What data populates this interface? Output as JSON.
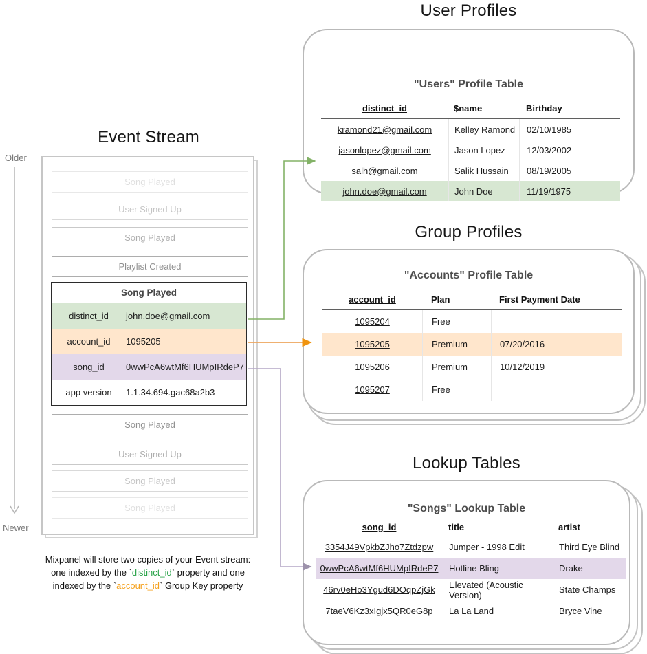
{
  "titles": {
    "event_stream": "Event Stream",
    "user_profiles": "User Profiles",
    "group_profiles": "Group Profiles",
    "lookup_tables": "Lookup Tables"
  },
  "timeline": {
    "older": "Older",
    "newer": "Newer"
  },
  "event_stream": {
    "events_before": [
      "Song Played",
      "User Signed Up",
      "Song Played",
      "Playlist Created"
    ],
    "focused_event": {
      "title": "Song Played",
      "properties": [
        {
          "key": "distinct_id",
          "value": "john.doe@gmail.com",
          "highlight": "green"
        },
        {
          "key": "account_id",
          "value": "1095205",
          "highlight": "orange"
        },
        {
          "key": "song_id",
          "value": "0wwPcA6wtMf6HUMpIRdeP7",
          "highlight": "purple"
        },
        {
          "key": "app version",
          "value": "1.1.34.694.gac68a2b3",
          "highlight": "none"
        }
      ]
    },
    "events_after": [
      "Song Played",
      "User Signed Up",
      "Song Played",
      "Song Played"
    ]
  },
  "users_table": {
    "title": "\"Users\" Profile Table",
    "columns": [
      "distinct_id",
      "$name",
      "Birthday"
    ],
    "rows": [
      [
        "kramond21@gmail.com",
        "Kelley Ramond",
        "02/10/1985"
      ],
      [
        "jasonlopez@gmail.com",
        "Jason Lopez",
        "12/03/2002"
      ],
      [
        "salh@gmail.com",
        "Salik Hussain",
        "08/19/2005"
      ],
      [
        "john.doe@gmail.com",
        "John Doe",
        "11/19/1975"
      ]
    ],
    "highlighted_row_index": 3
  },
  "accounts_table": {
    "title": "\"Accounts\" Profile Table",
    "columns": [
      "account_id",
      "Plan",
      "First Payment Date"
    ],
    "rows": [
      [
        "1095204",
        "Free",
        ""
      ],
      [
        "1095205",
        "Premium",
        "07/20/2016"
      ],
      [
        "1095206",
        "Premium",
        "10/12/2019"
      ],
      [
        "1095207",
        "Free",
        ""
      ]
    ],
    "highlighted_row_index": 1
  },
  "songs_table": {
    "title": "\"Songs\" Lookup Table",
    "columns": [
      "song_id",
      "title",
      "artist"
    ],
    "rows": [
      [
        "3354J49VpkbZJho7Ztdzpw",
        "Jumper - 1998 Edit",
        "Third Eye Blind"
      ],
      [
        "0wwPcA6wtMf6HUMpIRdeP7",
        "Hotline Bling",
        "Drake"
      ],
      [
        "46rv0eHo3Ygud6DOqpZjGk",
        "Elevated (Acoustic Version)",
        "State Champs"
      ],
      [
        "7taeV6Kz3xIgjx5QR0eG8p",
        "La La Land",
        "Bryce Vine"
      ]
    ],
    "highlighted_row_index": 1
  },
  "caption": {
    "line1": "Mixpanel will store two copies of your Event stream:",
    "line2_pre": "one indexed by the `",
    "line2_code": "distinct_id",
    "line2_post": "` property and one",
    "line3_pre": "indexed by the `",
    "line3_code": "account_id",
    "line3_post": "` Group Key property"
  },
  "colors": {
    "highlight_green": "#d7e7d2",
    "highlight_orange": "#ffe6cc",
    "highlight_purple": "#e3d8ea",
    "arrow_green": "#83b267",
    "arrow_orange": "#eda45c",
    "arrow_purple": "#b3a6c5",
    "caption_green": "#28a348",
    "caption_orange": "#f5a11d"
  }
}
